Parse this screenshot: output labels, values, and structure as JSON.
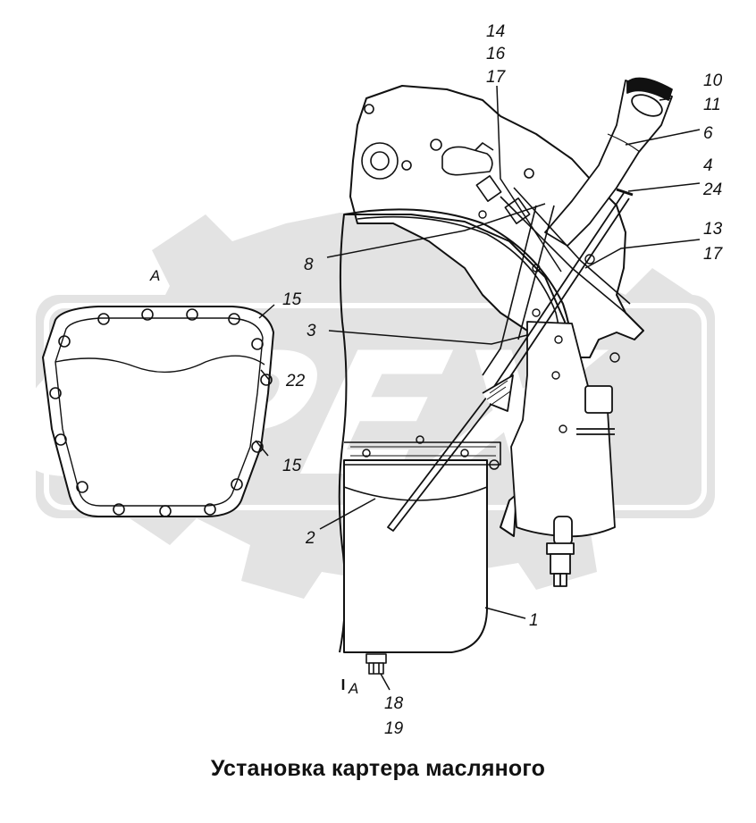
{
  "caption": "Установка картера масляного",
  "watermark": "OPEX",
  "view_label": "A",
  "view_marker": "A",
  "callouts": {
    "c14": "14",
    "c16": "16",
    "c17a": "17",
    "c10": "10",
    "c11": "11",
    "c6": "6",
    "c4": "4",
    "c24": "24",
    "c13": "13",
    "c17b": "17",
    "c8": "8",
    "c3": "3",
    "c15a": "15",
    "c22": "22",
    "c15b": "15",
    "c2": "2",
    "c1": "1",
    "c18": "18",
    "c19": "19"
  },
  "colors": {
    "line": "#111111",
    "watermark_fill": "#e3e3e3",
    "paper": "#ffffff"
  }
}
